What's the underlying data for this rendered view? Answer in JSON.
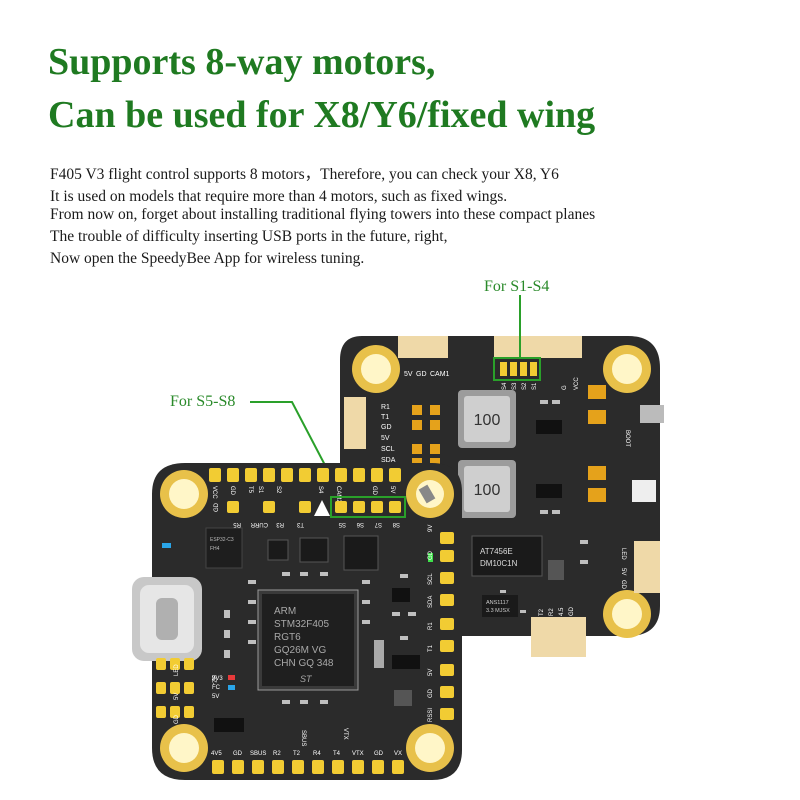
{
  "headline": {
    "line1": "Supports 8-way motors,",
    "line2": "Can be used for X8/Y6/fixed wing"
  },
  "description": [
    "F405 V3 flight control supports 8 motors，Therefore, you can check your X8, Y6",
    "It is used on models that require more than 4 motors, such as fixed wings.",
    "From now on, forget about installing traditional flying towers into these compact planes",
    "The trouble of difficulty inserting USB ports in the future, right,",
    "Now open the SpeedyBee App for wireless tuning."
  ],
  "callouts": {
    "s1_s4": "For S1-S4",
    "s5_s8": "For S5-S8"
  },
  "esc_board": {
    "top_left_labels": [
      "5V",
      "GD",
      "CAM1"
    ],
    "top_signal_labels": [
      "S4",
      "S3",
      "S2",
      "S1",
      "G",
      "VCC"
    ],
    "left_pad_labels": [
      "R1",
      "T1",
      "GD",
      "5V",
      "SCL",
      "SDA"
    ],
    "inductor_1": "100",
    "inductor_2": "100",
    "chip": [
      "AT7456E",
      "DM10C1N"
    ],
    "regulator": [
      "ANS1117",
      "3.3 MJSX"
    ],
    "bottom_labels": [
      "T2",
      "R2",
      "4.5",
      "GD"
    ],
    "right_labels": [
      "BOOT",
      "LED",
      "5V",
      "GD"
    ]
  },
  "fc_board": {
    "top_row_labels": [
      "VCC",
      "GD",
      "T5",
      "S1",
      "S2",
      "S4",
      "CAM2",
      "GD",
      "5V"
    ],
    "second_row_labels": [
      "GD",
      "R5",
      "CURR",
      "R3",
      "T3",
      "S5",
      "S6",
      "S7",
      "S8"
    ],
    "mcu": [
      "ARM",
      "STM32F405",
      "RGT6",
      "GQ26M  VG",
      "CHN  GQ 348"
    ],
    "wifi_module": [
      "ESP32-C3",
      "FH4"
    ],
    "left_labels": [
      "LED",
      "5V",
      "GD",
      "3V3",
      "FC",
      "5V",
      "BZ-"
    ],
    "right_labels": [
      "9V",
      "GD",
      "SCL",
      "SDA",
      "R1",
      "T1",
      "5V",
      "GD",
      "RSSI"
    ],
    "bottom_labels": [
      "4V5",
      "GD",
      "SBUS",
      "R2",
      "T2",
      "R4",
      "T4",
      "VTX",
      "GD",
      "VX"
    ],
    "sbus_label": "SBUS",
    "vtx_label": "VTX"
  },
  "colors": {
    "headline": "#1f7a21",
    "callout": "#2a8a2a",
    "pcb": "#2b2b2b",
    "pad": "#f2cc33"
  }
}
